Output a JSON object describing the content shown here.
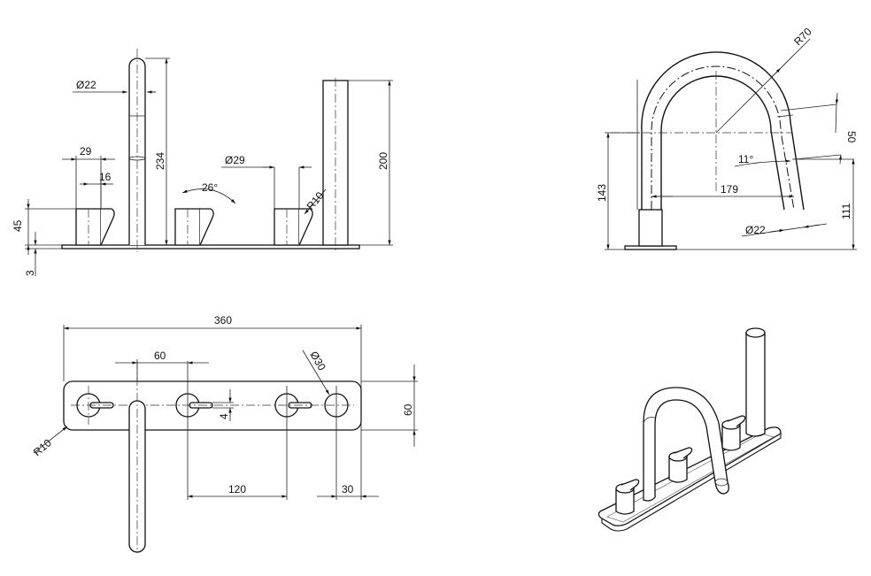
{
  "front_view": {
    "dia_spout": "Ø22",
    "width_handle": "29",
    "width_lever": "16",
    "height_handle": "45",
    "plate_thickness": "3",
    "height_spout": "234",
    "angle": "26°",
    "dia_handle": "Ø29",
    "radius": "R10",
    "height_shower": "200"
  },
  "side_view": {
    "radius": "R70",
    "offset": "50",
    "angle": "11°",
    "reach": "179",
    "height": "143",
    "dia": "Ø22",
    "height_outlet": "111"
  },
  "top_view": {
    "length": "360",
    "pitch": "60",
    "dia": "Ø30",
    "lever_width": "4",
    "plate_width": "60",
    "radius": "R10",
    "spacing": "120",
    "edge": "30"
  }
}
